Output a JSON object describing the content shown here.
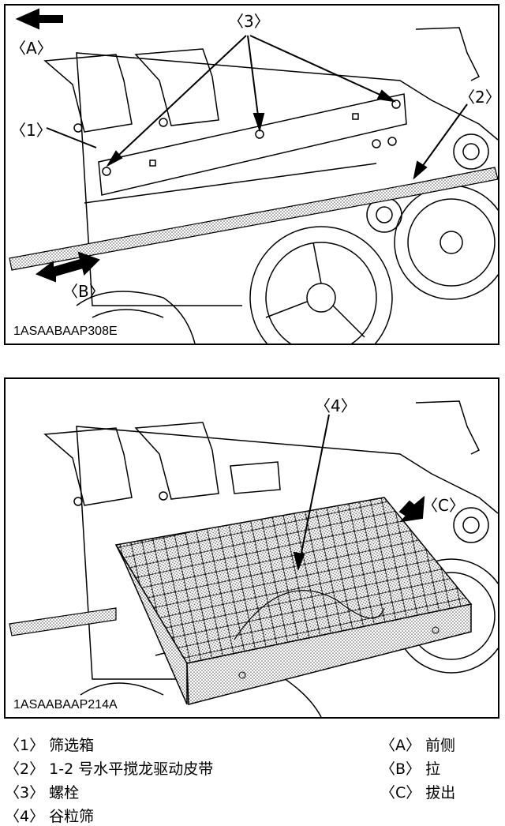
{
  "figure1": {
    "code": "1ASAABAAP308E",
    "callouts": {
      "c1": "〈1〉",
      "c2": "〈2〉",
      "c3": "〈3〉",
      "cA": "〈A〉",
      "cB": "〈B〉"
    }
  },
  "figure2": {
    "code": "1ASAABAAP214A",
    "callouts": {
      "c4": "〈4〉",
      "cC": "〈C〉"
    }
  },
  "legend": {
    "l1": "〈1〉 筛选箱",
    "l2": "〈2〉 1-2 号水平搅龙驱动皮带",
    "l3": "〈3〉 螺栓",
    "l4": "〈4〉 谷粒筛",
    "lA": "〈A〉 前侧",
    "lB": "〈B〉 拉",
    "lC": "〈C〉 拔出"
  }
}
